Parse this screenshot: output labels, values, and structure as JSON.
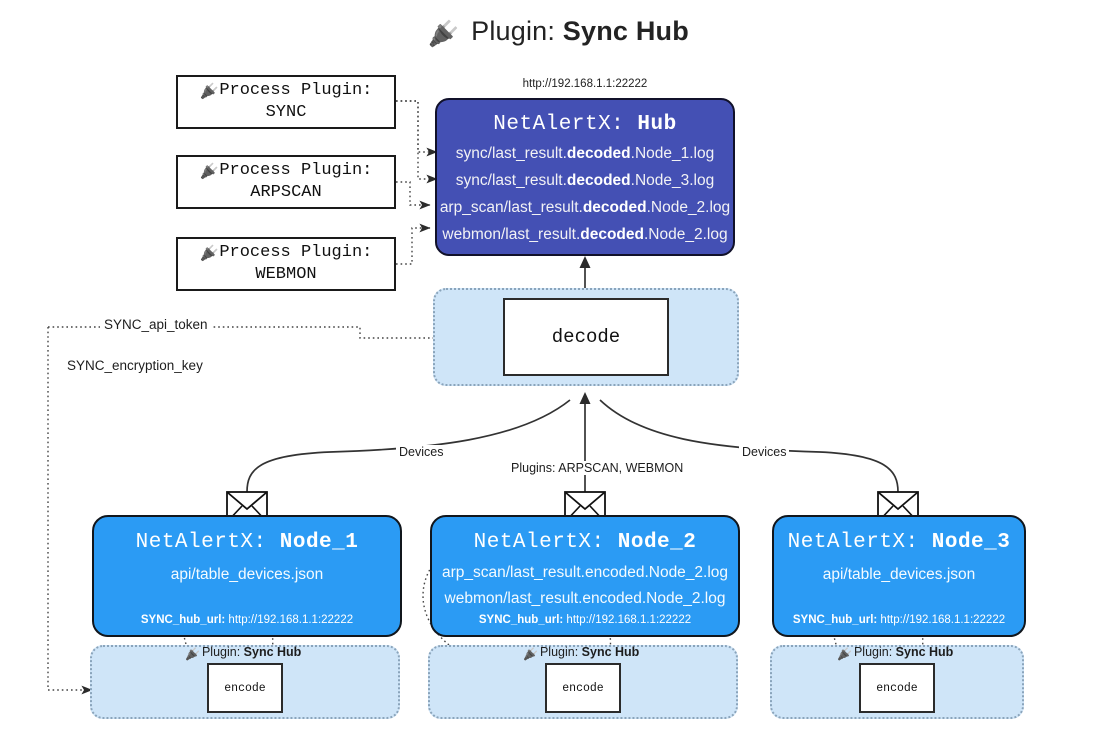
{
  "title": {
    "icon": "plug-icon",
    "prefix": "Plugin:",
    "name": "Sync Hub"
  },
  "process_plugins": [
    {
      "icon": "plug-icon",
      "line1": "Process Plugin:",
      "line2": "SYNC"
    },
    {
      "icon": "plug-icon",
      "line1": "Process Plugin:",
      "line2": "ARPSCAN"
    },
    {
      "icon": "plug-icon",
      "line1": "Process Plugin:",
      "line2": "WEBMON"
    }
  ],
  "hub": {
    "url": "http://192.168.1.1:22222",
    "title_prefix": "NetAlertX:",
    "title_name": "Hub",
    "logs": [
      {
        "pre": "sync/last_result.",
        "bold": "decoded",
        "post": ".Node_1.log"
      },
      {
        "pre": "sync/last_result.",
        "bold": "decoded",
        "post": ".Node_3.log"
      },
      {
        "pre": "arp_scan/last_result.",
        "bold": "decoded",
        "post": ".Node_2.log"
      },
      {
        "pre": "webmon/last_result.",
        "bold": "decoded",
        "post": ".Node_2.log"
      }
    ]
  },
  "decode": {
    "label": "decode"
  },
  "keys": [
    {
      "label": "SYNC_api_token"
    },
    {
      "label": "SYNC_encryption_key"
    }
  ],
  "edge_labels": {
    "left_devices": "Devices",
    "center_plugins": "Plugins: ARPSCAN, WEBMON",
    "right_devices": "Devices"
  },
  "nodes": [
    {
      "icon": "envelope-icon",
      "title_prefix": "NetAlertX:",
      "title_name": "Node_1",
      "lines": [
        "api/table_devices.json"
      ],
      "foot_key": "SYNC_hub_url:",
      "foot_value": "http://192.168.1.1:22222",
      "plugin_caption_prefix": "Plugin:",
      "plugin_caption_name": "Sync Hub",
      "encode_label": "encode"
    },
    {
      "icon": "envelope-icon",
      "title_prefix": "NetAlertX:",
      "title_name": "Node_2",
      "lines": [
        "arp_scan/last_result.encoded.Node_2.log",
        "webmon/last_result.encoded.Node_2.log"
      ],
      "foot_key": "SYNC_hub_url:",
      "foot_value": "http://192.168.1.1:22222",
      "plugin_caption_prefix": "Plugin:",
      "plugin_caption_name": "Sync Hub",
      "encode_label": "encode"
    },
    {
      "icon": "envelope-icon",
      "title_prefix": "NetAlertX:",
      "title_name": "Node_3",
      "lines": [
        "api/table_devices.json"
      ],
      "foot_key": "SYNC_hub_url:",
      "foot_value": "http://192.168.1.1:22222",
      "plugin_caption_prefix": "Plugin:",
      "plugin_caption_name": "Sync Hub",
      "encode_label": "encode"
    }
  ],
  "colors": {
    "hub_fill": "#4450b4",
    "node_fill": "#2b9bf4",
    "container_fill": "#cfe5f8",
    "stroke": "#1a1a1a",
    "text_dark": "#1d1d1d"
  }
}
